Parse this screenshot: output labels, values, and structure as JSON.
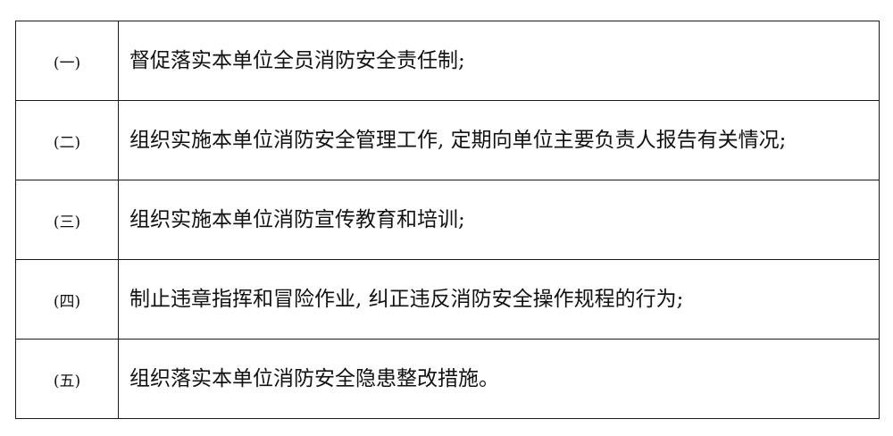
{
  "table": {
    "rows": [
      {
        "num": "(一)",
        "text": "督促落实本单位全员消防安全责任制;"
      },
      {
        "num": "(二)",
        "text": "组织实施本单位消防安全管理工作, 定期向单位主要负责人报告有关情况;"
      },
      {
        "num": "(三)",
        "text": "组织实施本单位消防宣传教育和培训;"
      },
      {
        "num": "(四)",
        "text": "制止违章指挥和冒险作业, 纠正违反消防安全操作规程的行为;"
      },
      {
        "num": "(五)",
        "text": "组织落实本单位消防安全隐患整改措施。"
      }
    ]
  }
}
